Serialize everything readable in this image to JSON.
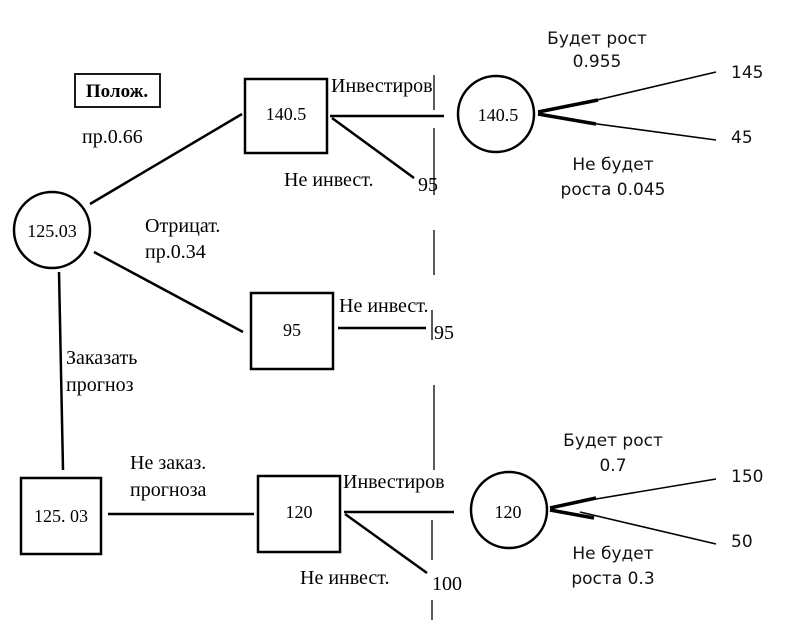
{
  "title": "Decision tree: forecast and investment",
  "nodes": {
    "root_chance": {
      "type": "chance",
      "value": "125.03"
    },
    "decision_pos": {
      "type": "decision",
      "value": "140.5"
    },
    "chance_pos_invest": {
      "type": "chance",
      "value": "140.5"
    },
    "decision_neg": {
      "type": "decision",
      "value": "95"
    },
    "root_decision": {
      "type": "decision",
      "value": "125. 03"
    },
    "decision_no_forecast": {
      "type": "decision",
      "value": "120"
    },
    "chance_no_forecast_invest": {
      "type": "chance",
      "value": "120"
    }
  },
  "labels": {
    "positive_box": "Полож.",
    "positive_prob": "пр.0.66",
    "negative_line1": "Отрицат.",
    "negative_line2": "пр.0.34",
    "order_line1": "Заказать",
    "order_line2": "прогноз",
    "no_order_line1": "Не заказ.",
    "no_order_line2": "прогноза",
    "invest_top": "Инвестиров",
    "no_invest_top": "Не инвест.",
    "no_invest_mid": "Не инвест.",
    "invest_bottom": "Инвестиров",
    "no_invest_bottom": "Не инвест."
  },
  "outcomes": {
    "top_no_invest": "95",
    "mid_no_invest": "95",
    "bottom_no_invest": "100",
    "top_growth_label1": "Будет рост",
    "top_growth_label2": "0.955",
    "top_no_growth_label1": "Не будет",
    "top_no_growth_label2": "роста 0.045",
    "top_growth_value": "145",
    "top_no_growth_value": "45",
    "bottom_growth_label1": "Будет рост",
    "bottom_growth_label2": "0.7",
    "bottom_no_growth_label1": "Не будет",
    "bottom_no_growth_label2": "роста 0.3",
    "bottom_growth_value": "150",
    "bottom_no_growth_value": "50"
  }
}
